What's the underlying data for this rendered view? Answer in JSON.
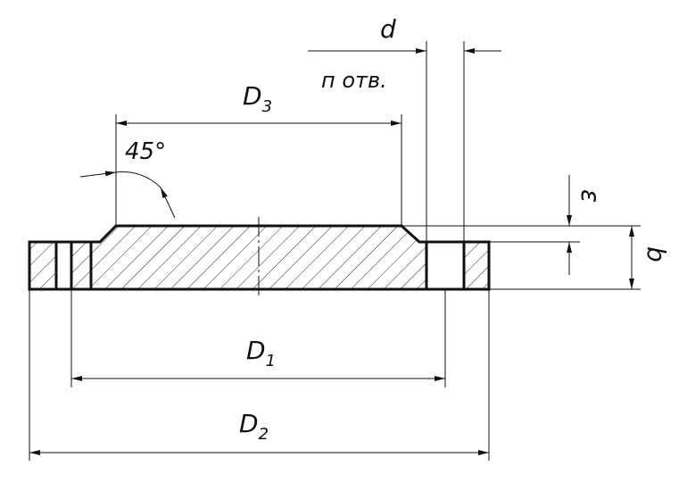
{
  "drawing": {
    "labels": {
      "d": "d",
      "n_holes": "п отв.",
      "D3_main": "D",
      "D3_sub": "3",
      "angle": "45°",
      "epsilon": "ε",
      "b": "b",
      "D1_main": "D",
      "D1_sub": "1",
      "D2_main": "D",
      "D2_sub": "2"
    }
  }
}
